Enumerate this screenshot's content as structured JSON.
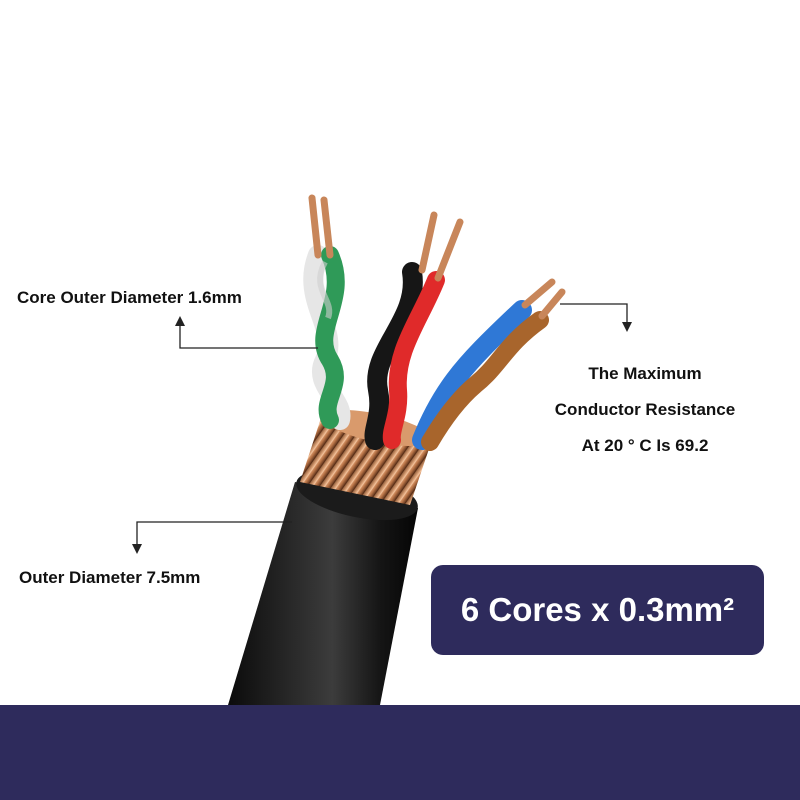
{
  "annotations": {
    "core_outer_diameter": "Core Outer Diameter 1.6mm",
    "outer_diameter": "Outer Diameter 7.5mm",
    "max_resistance": [
      "The Maximum",
      "Conductor Resistance",
      "At 20 ° C Is 69.2"
    ]
  },
  "badge": {
    "text": "6 Cores x 0.3mm²"
  },
  "colors": {
    "brand_navy": "#2e2b5c",
    "jacket": "#141414",
    "shield_copper": "#c8865a",
    "wire_green": "#2f9a58",
    "wire_white": "#e6e6e6",
    "wire_red": "#e02a2a",
    "wire_black": "#161616",
    "wire_blue": "#2f78d6",
    "wire_brown": "#a8652c"
  },
  "icons": [
    "cable-illustration",
    "arrow-down-icon",
    "arrow-up-icon"
  ]
}
